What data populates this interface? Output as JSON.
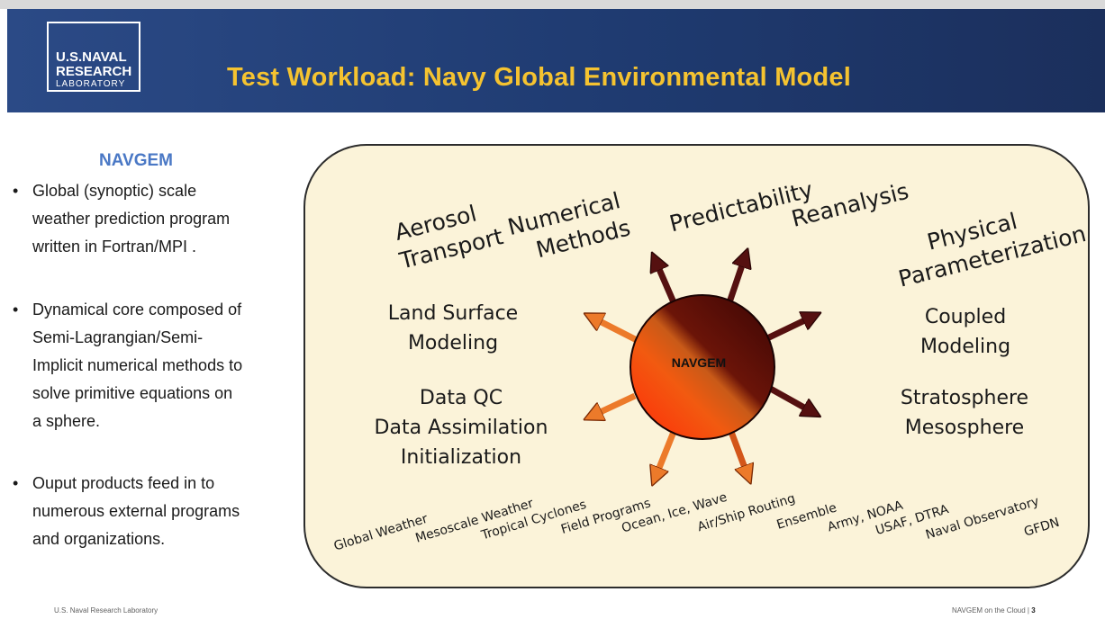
{
  "header": {
    "logo_lines": [
      "U.S.NAVAL",
      "RESEARCH",
      "LABORATORY"
    ],
    "title": "Test Workload: Navy Global Environmental Model"
  },
  "left": {
    "heading": "NAVGEM",
    "bullets": [
      [
        "Global (synoptic) scale",
        "weather prediction program",
        "written in Fortran/MPI ."
      ],
      [
        "Dynamical core composed of",
        "Semi-Lagrangian/Semi-",
        "Implicit numerical methods to",
        "solve primitive equations on",
        "a sphere."
      ],
      [
        "Ouput products feed in to",
        "numerous external programs",
        "and organizations."
      ]
    ]
  },
  "diagram": {
    "center_label": "NAVGEM",
    "top_topics": {
      "aerosol": [
        "Aerosol",
        "Transport"
      ],
      "numerical": [
        "Numerical",
        "Methods"
      ],
      "predictability": "Predictability",
      "reanalysis": "Reanalysis",
      "physical": [
        "Physical",
        "Parameterization"
      ]
    },
    "side_topics": {
      "land": [
        "Land Surface",
        "Modeling"
      ],
      "dataqc": [
        "Data QC",
        "Data Assimilation",
        "Initialization"
      ],
      "coupled": [
        "Coupled",
        "Modeling"
      ],
      "strat": [
        "Stratosphere",
        "Mesosphere"
      ]
    },
    "products": [
      "Global Weather",
      "Mesoscale Weather",
      "Tropical Cyclones",
      "Field Programs",
      "Ocean, Ice, Wave",
      "Air/Ship Routing",
      "Ensemble",
      "Army, NOAA",
      "USAF, DTRA",
      "Naval Observatory",
      "GFDN"
    ]
  },
  "footer": {
    "left": "U.S. Naval Research Laboratory",
    "right": "NAVGEM on the Cloud |",
    "page": "3"
  }
}
